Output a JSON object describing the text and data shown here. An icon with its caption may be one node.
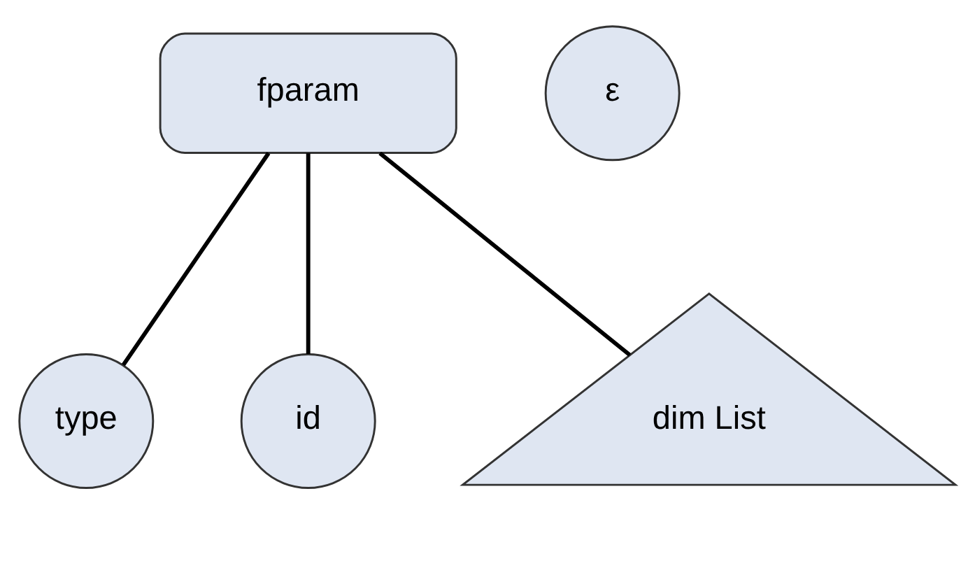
{
  "diagram": {
    "nodes": [
      {
        "text": [
          "fparam"
        ]
      },
      {
        "text": [
          "ε"
        ]
      },
      {
        "text": [
          "type"
        ]
      },
      {
        "text": [
          "id"
        ]
      },
      {
        "text": [
          "dim List"
        ]
      }
    ],
    "edges": [
      {
        "from": 0,
        "to": 2,
        "arrow": "none"
      },
      {
        "from": 0,
        "to": 3,
        "arrow": "none"
      },
      {
        "from": 0,
        "to": 4,
        "arrow": "none"
      }
    ]
  }
}
